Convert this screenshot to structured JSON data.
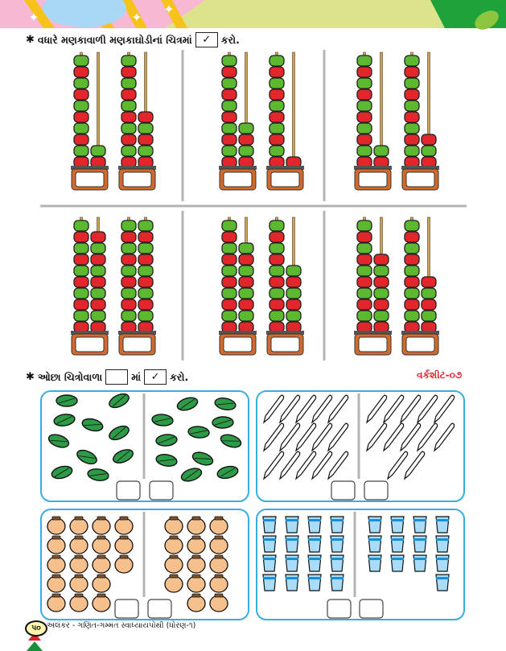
{
  "section1": {
    "instruction": "વધારે મણકાવાળી મણકાઘોડીનાં ચિત્રમાં",
    "check_mark": "✓",
    "instruction_end": "કરો.",
    "abacus_pairs": [
      {
        "a": [
          10,
          2
        ],
        "b": [
          10,
          5
        ]
      },
      {
        "a": [
          10,
          4
        ],
        "b": [
          10,
          1
        ]
      },
      {
        "a": [
          10,
          2
        ],
        "b": [
          10,
          3
        ]
      },
      {
        "a": [
          10,
          9
        ],
        "b": [
          10,
          10
        ]
      },
      {
        "a": [
          10,
          8
        ],
        "b": [
          10,
          6
        ]
      },
      {
        "a": [
          10,
          7
        ],
        "b": [
          10,
          5
        ]
      }
    ],
    "bead_colors": {
      "red": "#e2262b",
      "green": "#5cb82e"
    }
  },
  "section2": {
    "instruction": "ઓછા ચિત્રોવાળા",
    "instruction_mid": "માં",
    "check_mark": "✓",
    "instruction_end": "કરો.",
    "worksheet_label": "વર્કશીટ-૦૭",
    "groups": [
      {
        "item": "leaf",
        "left_count": 10,
        "right_count": 11
      },
      {
        "item": "knife",
        "left_count": 15,
        "right_count": 12
      },
      {
        "item": "pot",
        "left_count": 18,
        "right_count": 14
      },
      {
        "item": "glass",
        "left_count": 16,
        "right_count": 13
      }
    ]
  },
  "footer": {
    "page_number": "૫૦",
    "book_title": "અલંકર - ગણિત-ગમ્મત સ્વાધ્યાયપોથી (ધોરણ-૧)"
  },
  "colors": {
    "box_border": "#3aaee0",
    "divider": "#b3b3b3",
    "accent_red": "#e0202a"
  }
}
